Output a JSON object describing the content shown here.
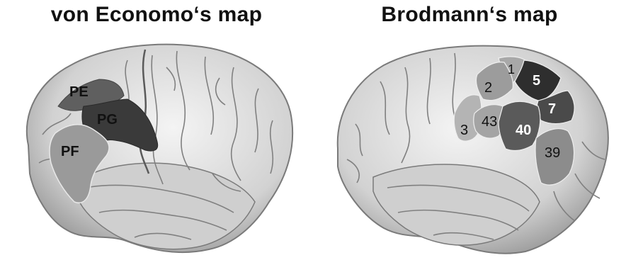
{
  "left_map": {
    "title": "von Economo‘s map",
    "regions": [
      {
        "label": "PE",
        "fill": "#5f5f5f",
        "text_color": "#111111"
      },
      {
        "label": "PG",
        "fill": "#3a3a3a",
        "text_color": "#111111"
      },
      {
        "label": "PF",
        "fill": "#9a9a9a",
        "text_color": "#111111"
      }
    ]
  },
  "right_map": {
    "title": "Brodmann‘s map",
    "regions": [
      {
        "label": "1",
        "fill": "#a8a8a8",
        "text_color": "#111111"
      },
      {
        "label": "5",
        "fill": "#2e2e2e",
        "text_color": "#ffffff"
      },
      {
        "label": "2",
        "fill": "#9c9c9c",
        "text_color": "#111111"
      },
      {
        "label": "7",
        "fill": "#4a4a4a",
        "text_color": "#ffffff"
      },
      {
        "label": "3",
        "fill": "#b4b4b4",
        "text_color": "#111111"
      },
      {
        "label": "43",
        "fill": "#a4a4a4",
        "text_color": "#111111"
      },
      {
        "label": "40",
        "fill": "#5a5a5a",
        "text_color": "#ffffff"
      },
      {
        "label": "39",
        "fill": "#8c8c8c",
        "text_color": "#111111"
      }
    ]
  },
  "colors": {
    "brain_base": "#d8d8d8",
    "brain_shadow": "#9a9a9a",
    "sulcus": "#6e6e6e",
    "gyrus_highlight": "#f2f2f2"
  }
}
